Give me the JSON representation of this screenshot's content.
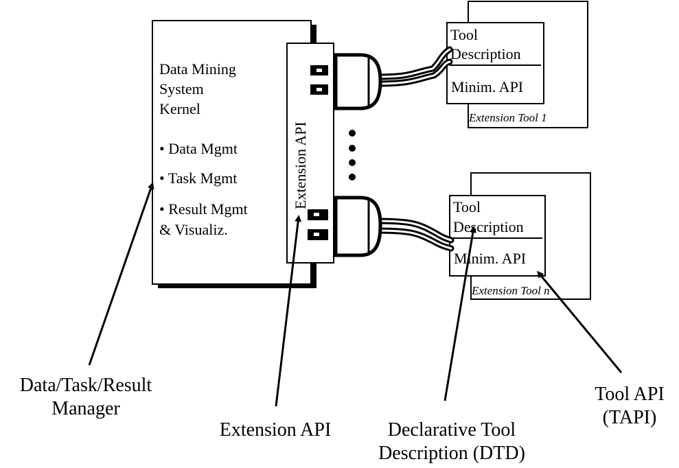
{
  "kernel": {
    "title_lines": [
      "Data Mining",
      "System",
      "Kernel"
    ],
    "bullets": [
      "• Data Mgmt",
      "• Task Mgmt",
      "• Result Mgmt",
      "& Visualiz."
    ]
  },
  "extension_api_bar": {
    "label": "Extension API"
  },
  "tool1": {
    "description_lines": [
      "Tool",
      "Description"
    ],
    "api": "Minim. API",
    "caption": "Extension Tool 1"
  },
  "tooln": {
    "description_lines": [
      "Tool",
      "Description"
    ],
    "api": "Minim. API",
    "caption": "Extension Tool n"
  },
  "labels": {
    "manager": [
      "Data/Task/Result",
      "Manager"
    ],
    "extension_api": "Extension API",
    "dtd": [
      "Declarative Tool",
      "Description (DTD)"
    ],
    "tapi": [
      "Tool API",
      "(TAPI)"
    ]
  }
}
